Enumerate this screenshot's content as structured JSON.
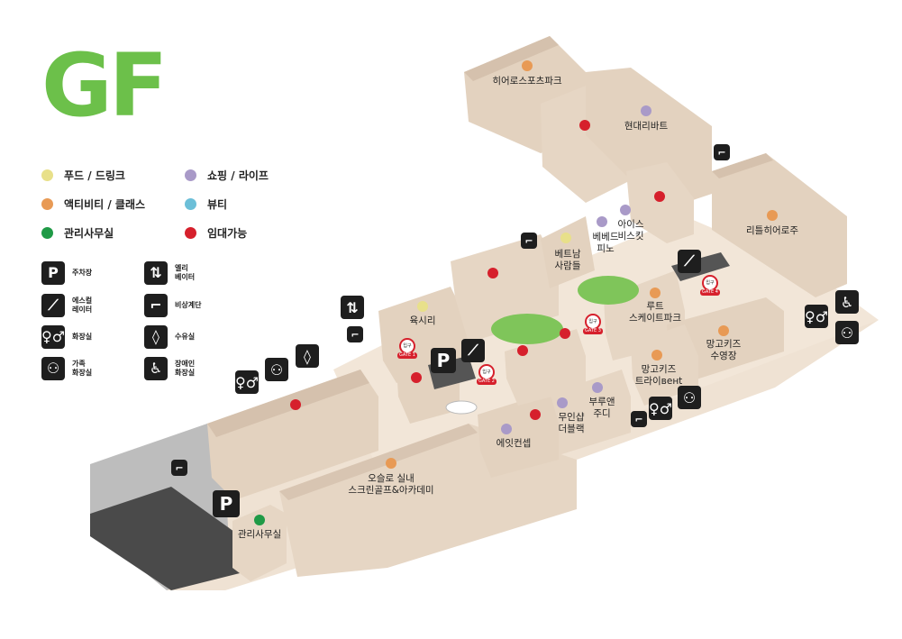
{
  "title": "GF",
  "legend": {
    "categories": [
      {
        "label": "푸드 / 드링크",
        "color": "#e8e08a",
        "icon": "food-drink-dot"
      },
      {
        "label": "쇼핑 / 라이프",
        "color": "#a99ac8",
        "icon": "shopping-life-dot"
      },
      {
        "label": "액티비티 / 클래스",
        "color": "#e89a55",
        "icon": "activity-class-dot"
      },
      {
        "label": "뷰티",
        "color": "#6cbfd8",
        "icon": "beauty-dot"
      },
      {
        "label": "관리사무실",
        "color": "#1f9a46",
        "icon": "office-dot"
      },
      {
        "label": "임대가능",
        "color": "#d6202c",
        "icon": "available-dot"
      }
    ],
    "facilities": [
      {
        "label": "주차장",
        "icon": "parking-icon"
      },
      {
        "label": "엘리\n베이터",
        "icon": "elevator-icon"
      },
      {
        "label": "에스컬\n레이터",
        "icon": "escalator-icon"
      },
      {
        "label": "비상계단",
        "icon": "emergency-stairs-icon"
      },
      {
        "label": "화장실",
        "icon": "restroom-icon"
      },
      {
        "label": "수유실",
        "icon": "nursing-room-icon"
      },
      {
        "label": "가족\n화장실",
        "icon": "family-restroom-icon"
      },
      {
        "label": "장애인\n화장실",
        "icon": "accessible-restroom-icon"
      }
    ]
  },
  "stores": [
    {
      "name": "히어로스포츠파크",
      "category": "activity"
    },
    {
      "name": "현대리바트",
      "category": "shopping"
    },
    {
      "name": "리틀히어로주",
      "category": "activity"
    },
    {
      "name": "아이스\n비스킷",
      "category": "shopping"
    },
    {
      "name": "베베드\n피노",
      "category": "shopping"
    },
    {
      "name": "베트남\n사람들",
      "category": "food"
    },
    {
      "name": "육시리",
      "category": "food"
    },
    {
      "name": "루트\n스케이트파크",
      "category": "activity"
    },
    {
      "name": "망고키즈\n수영장",
      "category": "activity"
    },
    {
      "name": "망고키즈\n트라이венt",
      "category": "activity"
    },
    {
      "name": "부루앤\n주디",
      "category": "shopping"
    },
    {
      "name": "무인샵\n더블랙",
      "category": "shopping"
    },
    {
      "name": "에잇컨셉",
      "category": "shopping"
    },
    {
      "name": "오슬로 실내\n스크린골프&아카데미",
      "category": "activity"
    },
    {
      "name": "관리사무실",
      "category": "office"
    }
  ],
  "gates": [
    {
      "label": "GATE 1",
      "entrance": "입구"
    },
    {
      "label": "GATE 2",
      "entrance": "입구"
    },
    {
      "label": "GATE 3",
      "entrance": "입구"
    },
    {
      "label": "GATE 4",
      "entrance": "입구"
    }
  ],
  "parking_label": "P"
}
